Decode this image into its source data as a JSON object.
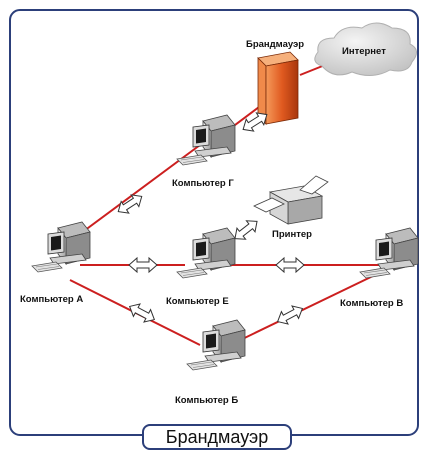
{
  "caption": "Брандмауэр",
  "labels": {
    "firewall": "Брандмауэр",
    "internet": "Интернет",
    "computer_g": "Компьютер Г",
    "printer": "Принтер",
    "computer_a": "Компьютер А",
    "computer_e": "Компьютер Е",
    "computer_v": "Компьютер В",
    "computer_b": "Компьютер Б"
  },
  "colors": {
    "link": "#cc1f1f",
    "frame": "#2c3f7a",
    "firewall": "#e05a20",
    "cloud": "#d4d4d4"
  },
  "icons": [
    "computer-icon",
    "printer-icon",
    "firewall-icon",
    "cloud-icon",
    "double-arrow-icon"
  ]
}
